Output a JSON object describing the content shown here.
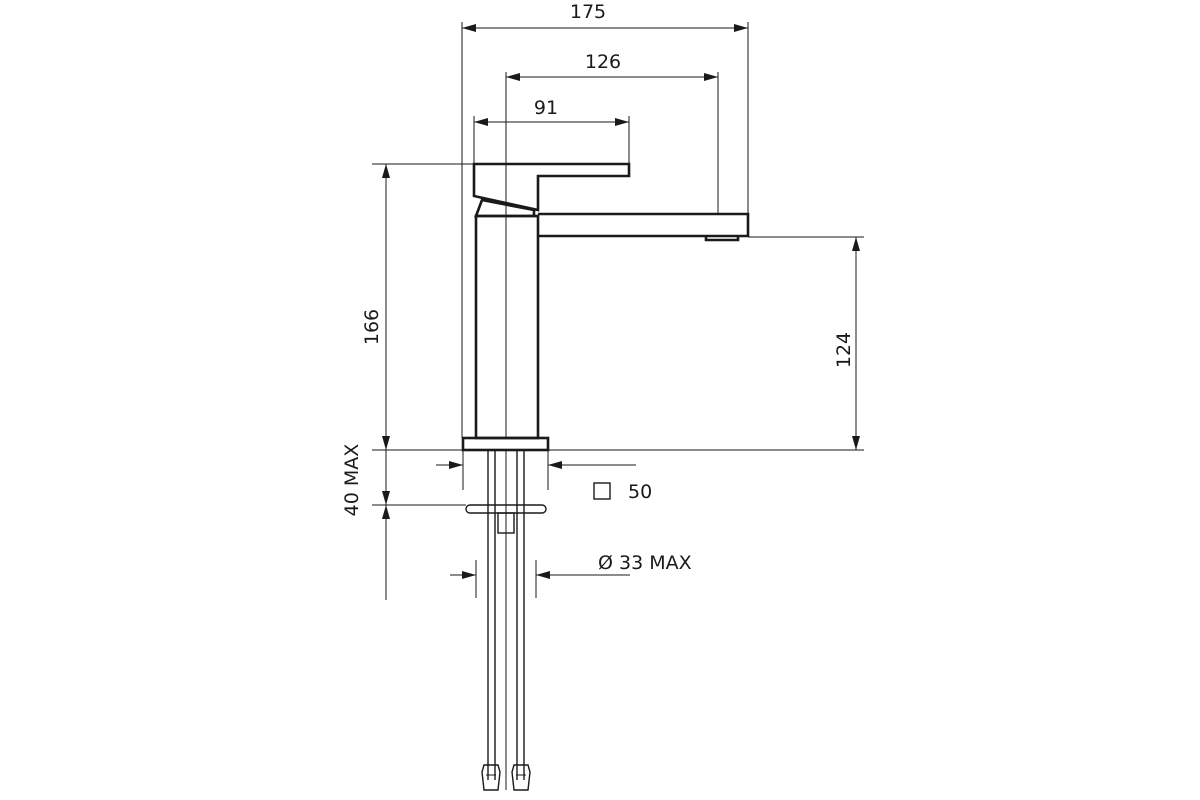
{
  "dimensions": {
    "overall_width": "175",
    "spout_reach": "126",
    "handle_length": "91",
    "total_height": "166",
    "spout_height": "124",
    "deck_thickness": "40 MAX",
    "base_size": "50",
    "hole_diameter": "Ø 33 MAX"
  },
  "symbols": {
    "square_base": "square-section-symbol"
  },
  "colors": {
    "line": "#1a1a1a",
    "background": "#ffffff"
  }
}
